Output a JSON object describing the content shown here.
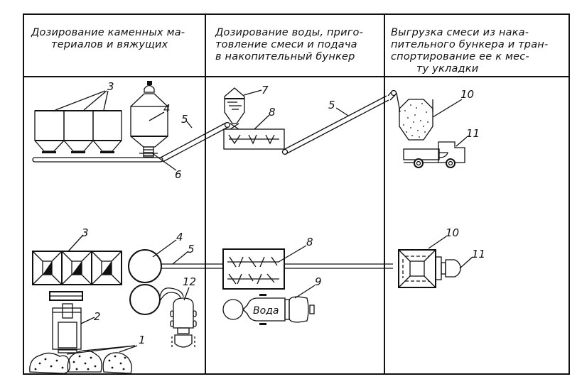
{
  "columns": [
    {
      "id": "stone-binder-dosing",
      "header_lines": [
        "Дозирование каменных ма-",
        "териалов и вяжущих"
      ]
    },
    {
      "id": "water-dosing-mixing",
      "header_lines": [
        "Дозирование воды, приго-",
        "товление смеси и подача",
        "в накопительный бункер"
      ]
    },
    {
      "id": "unloading-transport",
      "header_lines": [
        "Выгрузка смеси из нака-",
        "пительного бункера и тран-",
        "спортирование ее к мес-",
        "ту укладки"
      ]
    }
  ],
  "callouts": {
    "aggregate_piles": "1",
    "loader": "2",
    "aggregate_bins": "3",
    "binder_silo": "4",
    "conveyor": "5",
    "collecting_conveyor": "6",
    "water_tank": "7",
    "mixer": "8",
    "water_truck": "9",
    "storage_bunker": "10",
    "dump_truck": "11",
    "cement_truck": "12"
  },
  "water_truck_label": "Вода"
}
